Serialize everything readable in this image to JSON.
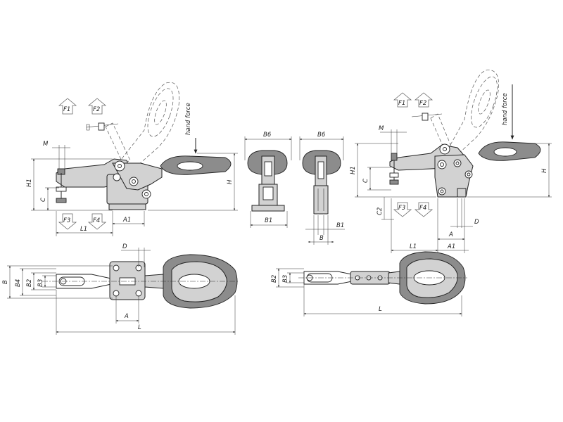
{
  "force_labels": {
    "f1": "F1",
    "f2": "F2",
    "f3": "F3",
    "f4": "F4"
  },
  "hand_force": "hand force",
  "dimensions": {
    "M": "M",
    "H1": "H1",
    "H": "H",
    "C": "C",
    "C2": "C2",
    "A": "A",
    "A1": "A1",
    "L1": "L1",
    "L": "L",
    "B": "B",
    "B1": "B1",
    "B2": "B2",
    "B3": "B3",
    "B4": "B4",
    "B6": "B6",
    "D": "D"
  },
  "colors": {
    "body_fill": "#d2d2d2",
    "dark_fill": "#8c8c8c",
    "line": "#222222"
  }
}
